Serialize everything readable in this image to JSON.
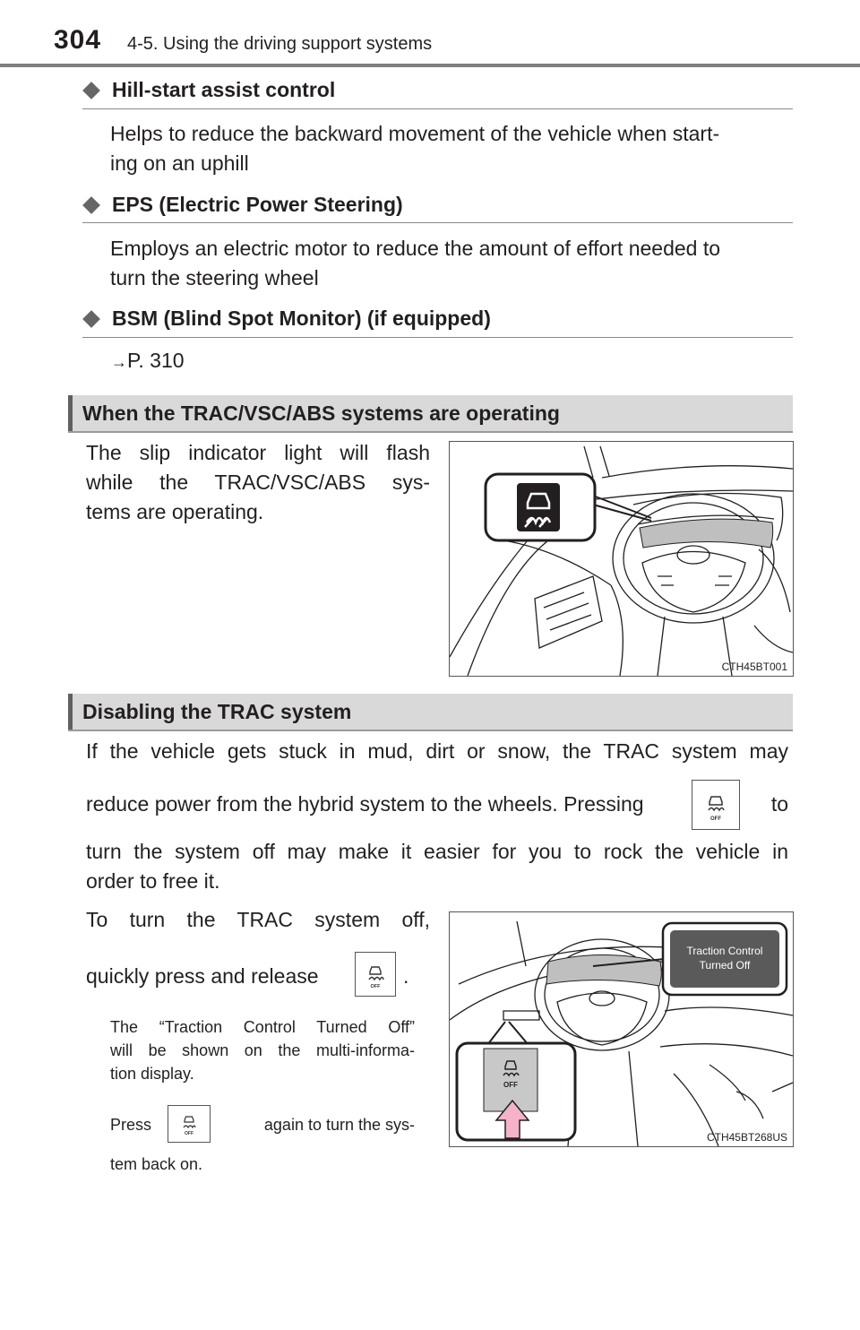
{
  "header": {
    "page_number": "304",
    "section_title": "4-5. Using the driving support systems"
  },
  "items": [
    {
      "title": "Hill-start assist control",
      "desc_line1": "Helps to reduce the backward movement of the vehicle when start-",
      "desc_line2": "ing on an uphill"
    },
    {
      "title": "EPS (Electric Power Steering)",
      "desc_line1": "Employs an electric motor to reduce the amount of effort needed to",
      "desc_line2": "turn the steering wheel"
    },
    {
      "title": "BSM (Blind Spot Monitor) (if equipped)",
      "ref_arrow": "→",
      "ref": "P. 310"
    }
  ],
  "section1": {
    "heading": "When the TRAC/VSC/ABS systems are operating",
    "line1": "The slip indicator light will flash",
    "line2": "while the TRAC/VSC/ABS sys-",
    "line3": "tems are operating.",
    "figure_code": "CTH45BT001"
  },
  "section2": {
    "heading": "Disabling the TRAC system",
    "p1_line1": "If the vehicle gets stuck in mud, dirt or snow, the TRAC system may",
    "p1_line2_before": "reduce power from the hybrid system to the wheels. Pressing",
    "p1_line2_after": "to",
    "p1_line3": "turn the system off may make it easier for you to rock the vehicle in",
    "p1_line4": "order to free it.",
    "p2_line1": "To turn the TRAC system off,",
    "p2_line2_before": "quickly press and release",
    "p2_line2_after": ".",
    "note1_line1": "The “Traction Control Turned Off”",
    "note1_line2": "will be shown on the multi-informa-",
    "note1_line3": "tion display.",
    "note2_before": "Press",
    "note2_after": "again to turn the sys-",
    "note2_line2": "tem back on.",
    "figure_code": "CTH45BT268US",
    "display_msg_line1": "Traction Control",
    "display_msg_line2": "Turned Off",
    "button_label": "OFF"
  }
}
